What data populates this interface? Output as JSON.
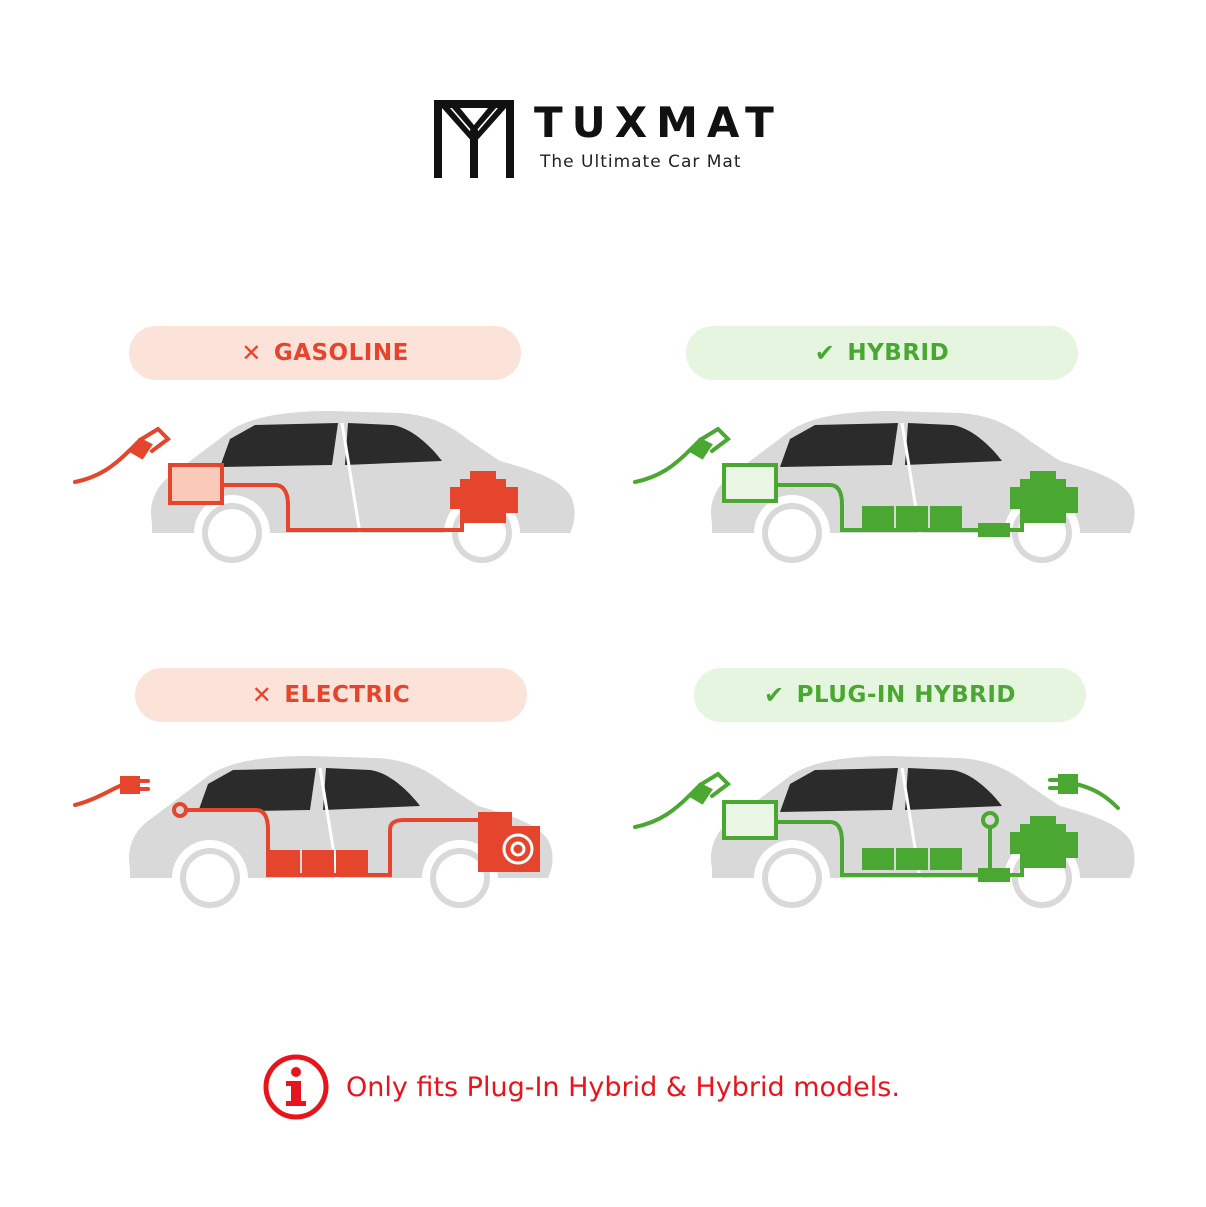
{
  "brand": {
    "name": "TUXMAT",
    "tagline": "The Ultimate Car Mat"
  },
  "colors": {
    "incompatible": "#e4452c",
    "incompatible_bg": "#fbe3da",
    "compatible": "#4aa832",
    "compatible_bg": "#e6f5df",
    "car_body": "#d9d9d9",
    "note": "#e8141b"
  },
  "types": [
    {
      "label": "GASOLINE",
      "compatible": false,
      "mark_icon": "cross-icon",
      "mark": "✕"
    },
    {
      "label": "HYBRID",
      "compatible": true,
      "mark_icon": "check-icon",
      "mark": "✔"
    },
    {
      "label": "ELECTRIC",
      "compatible": false,
      "mark_icon": "cross-icon",
      "mark": "✕"
    },
    {
      "label": "PLUG-IN HYBRID",
      "compatible": true,
      "mark_icon": "check-icon",
      "mark": "✔"
    }
  ],
  "note": {
    "icon": "info-icon",
    "text": "Only fits Plug-In Hybrid & Hybrid models."
  }
}
